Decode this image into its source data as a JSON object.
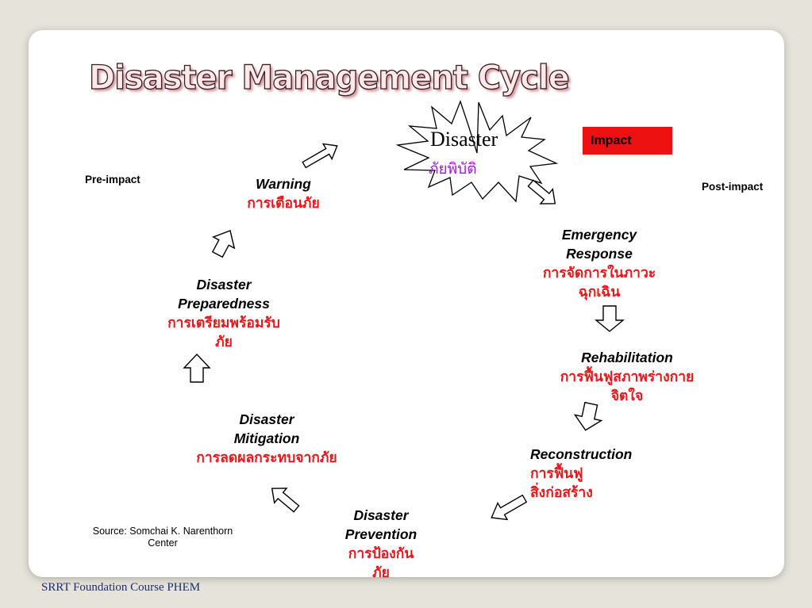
{
  "slide": {
    "title": "Disaster Management Cycle",
    "footer": "SRRT Foundation Course PHEM",
    "source": "Source: Somchai K. Narenthorn\nCenter"
  },
  "phases": {
    "pre_impact": "Pre-impact",
    "impact": "Impact",
    "post_impact": "Post-impact"
  },
  "disaster": {
    "en": "Disaster",
    "th": "ภัยพิบัติ"
  },
  "nodes": {
    "warning": {
      "en": "Warning",
      "th": "การเตือนภัย"
    },
    "emergency": {
      "en": "Emergency\nResponse",
      "th": "การจัดการในภาวะ\nฉุกเฉิน"
    },
    "rehabilitation": {
      "en": "Rehabilitation",
      "th": "การฟื้นฟูสภาพร่างกาย\nจิตใจ"
    },
    "reconstruction": {
      "en": "Reconstruction",
      "th": "การฟื้นฟู\nสิ่งก่อสร้าง"
    },
    "prevention": {
      "en": "Disaster\nPrevention",
      "th": "การป้องกัน\nภัย"
    },
    "mitigation": {
      "en": "Disaster\nMitigation",
      "th": "การลดผลกระทบจากภัย"
    },
    "preparedness": {
      "en": "Disaster\nPreparedness",
      "th": "การเตรียมพร้อมรับ\nภัย"
    }
  },
  "colors": {
    "thai_text": "#e8171c",
    "disaster_thai": "#a020d0",
    "impact_box": "#ee1111",
    "footer": "#1d2b6d"
  }
}
